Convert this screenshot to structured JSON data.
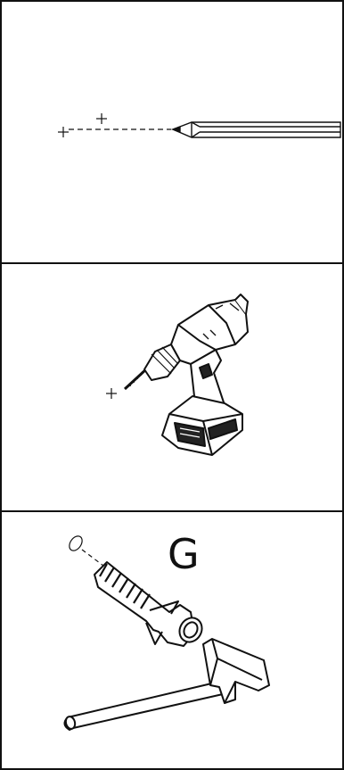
{
  "steps": [
    {
      "id": "mark",
      "tool": "pencil-icon"
    },
    {
      "id": "drill",
      "tool": "cordless-drill-icon"
    },
    {
      "id": "anchor",
      "label": "G",
      "tools": [
        "wall-plug-icon",
        "hammer-icon"
      ]
    }
  ],
  "colors": {
    "ink": "#111111",
    "background": "#ffffff",
    "fill_dark": "#222222"
  }
}
